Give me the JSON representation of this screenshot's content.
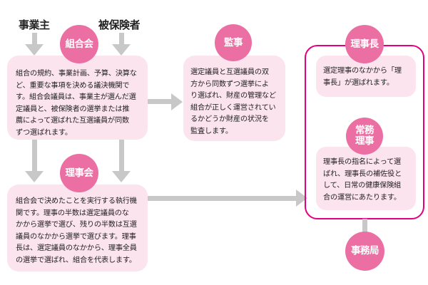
{
  "top_labels": {
    "employer": "事業主",
    "insured": "被保険者"
  },
  "nodes": {
    "kumiaikai": {
      "title": "組合会",
      "text": "組合の規約、事業計画、予算、決算など、重要な事項を決める議決機関です。組合会議員は、事業主が選んだ選定議員と、被保険者の選挙または推薦によって選ばれた互選議員が同数ずつ選ばれます。",
      "lines": [
        "組合の規約、事業計画、予算、決算な",
        "ど、重要な事項を決める議決機関で",
        "す。組合会議員は、事業主が選んだ選",
        "定議員と、被保険者の選挙または推",
        "薦によって選ばれた互選議員が同数",
        "ずつ選ばれます。"
      ]
    },
    "kanji": {
      "title": "監事",
      "lines": [
        "選定議員と互選議員の双",
        "方から同数ずつ選挙によ",
        "り選ばれ、財産の管理など",
        "組合が正しく運営されてい",
        "るかどうか財産の状況を",
        "監査します。"
      ]
    },
    "rijikai": {
      "title": "理事会",
      "lines": [
        "組合会で決めたことを実行する執行機",
        "関です。理事の半数は選定議員のな",
        "かから選挙で選び、残りの半数は互選",
        "議員のなかから選挙で選びます。理事",
        "長は、選定議員のなかから、理事全員",
        "の選挙で選ばれ、組合を代表します。"
      ]
    },
    "rijicho": {
      "title": "理事長",
      "lines": [
        "選定理事のなかから「理",
        "事長」が選ばれます。"
      ]
    },
    "jomu_riji": {
      "title_lines": [
        "常務",
        "理事"
      ],
      "lines": [
        "理事長の指名によって選",
        "ばれ、理事長の補佐役と",
        "して、日常の健康保険組",
        "合の運営にあたります。"
      ]
    },
    "jimukyoku": {
      "title": "事務局"
    }
  },
  "colors": {
    "circle": "#eb6fa3",
    "box": "#fce4ee",
    "frame": "#e2007e",
    "arrow": "#c8c8c8"
  }
}
